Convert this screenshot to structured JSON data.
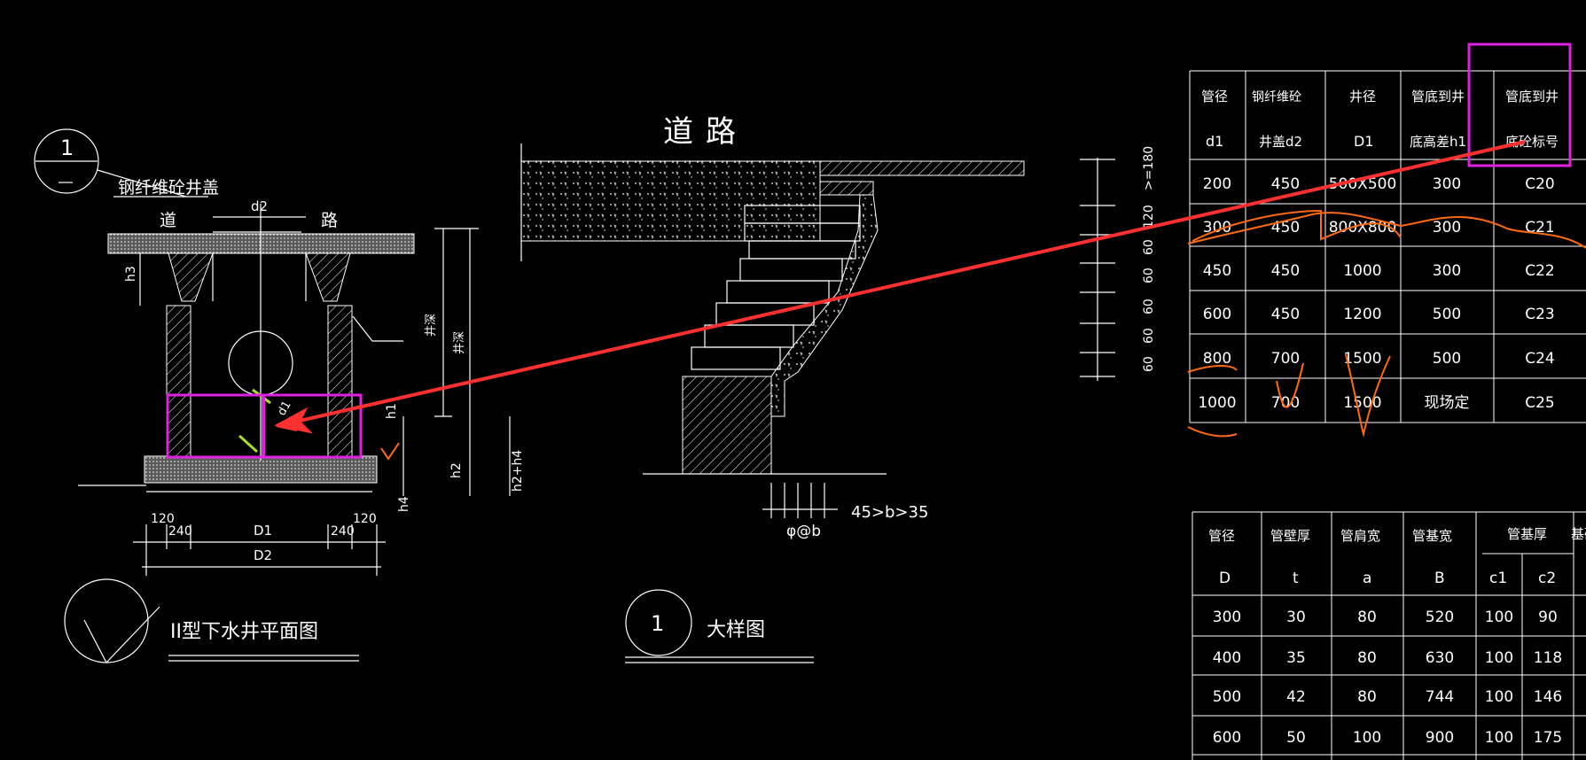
{
  "left": {
    "detail_no": "1",
    "cover_label": "钢纤维砼井盖",
    "road_left": "道",
    "road_right": "路",
    "d2": "d2",
    "h3": "h3",
    "h1": "h1",
    "h2": "h2",
    "h4": "h4",
    "d1": "d1",
    "h2h4": "h2+h4",
    "depth_a": "井深",
    "depth_b": "井深",
    "dim_120a": "120",
    "dim_240a": "240",
    "dim_D1": "D1",
    "dim_240b": "240",
    "dim_120b": "120",
    "dim_D2": "D2",
    "plan_title": "II型下水井平面图"
  },
  "middle": {
    "road": "道路",
    "rebar": "φ@b",
    "rebar_cond": "45>b>35",
    "detail_no": "1",
    "detail_title": "大样图"
  },
  "dims": [
    "60",
    "60",
    "60",
    "60",
    "60",
    "120",
    ">=180"
  ],
  "table1": {
    "headers": [
      [
        "管径",
        "d1"
      ],
      [
        "钢纤维砼",
        "井盖d2"
      ],
      [
        "井径",
        "D1"
      ],
      [
        "管底到井",
        "底高差h1"
      ],
      [
        "管底到井",
        "底砼标号"
      ]
    ],
    "rows": [
      [
        "200",
        "450",
        "500X500",
        "300",
        "C20"
      ],
      [
        "300",
        "450",
        "800X800",
        "300",
        "C21"
      ],
      [
        "450",
        "450",
        "1000",
        "300",
        "C22"
      ],
      [
        "600",
        "450",
        "1200",
        "500",
        "C23"
      ],
      [
        "800",
        "700",
        "1500",
        "500",
        "C24"
      ],
      [
        "1000",
        "700",
        "1500",
        "现场定",
        "C25"
      ]
    ]
  },
  "table2": {
    "headers": [
      [
        "管径",
        "D"
      ],
      [
        "管壁厚",
        "t"
      ],
      [
        "管肩宽",
        "a"
      ],
      [
        "管基宽",
        "B"
      ],
      [
        "c1"
      ],
      [
        "c2"
      ]
    ],
    "group": "管基厚",
    "extra_head": "基础",
    "rows": [
      [
        "300",
        "30",
        "80",
        "520",
        "100",
        "90"
      ],
      [
        "400",
        "35",
        "80",
        "630",
        "100",
        "118"
      ],
      [
        "500",
        "42",
        "80",
        "744",
        "100",
        "146"
      ],
      [
        "600",
        "50",
        "100",
        "900",
        "100",
        "175"
      ]
    ]
  },
  "colors": {
    "bg": "#000000",
    "line": "#ffffff",
    "magenta": "#e020e0",
    "red": "#ff3030",
    "orange": "#ff6a10",
    "green": "#a8e020"
  }
}
